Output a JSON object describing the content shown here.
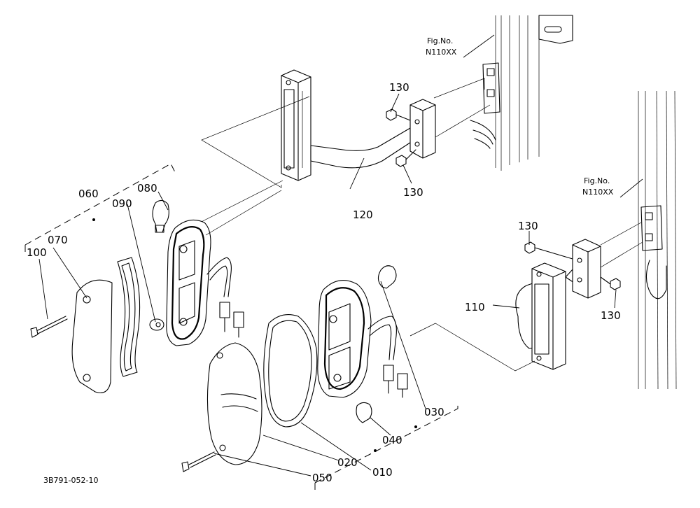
{
  "diagram_id": "3B791-052-10",
  "fig_refs": [
    {
      "line1": "Fig.No.",
      "line2": "N110XX"
    },
    {
      "line1": "Fig.No.",
      "line2": "N110XX"
    }
  ],
  "part_labels": {
    "p010": "010",
    "p020": "020",
    "p030": "030",
    "p040": "040",
    "p050": "050",
    "p060": "060",
    "p070": "070",
    "p080": "080",
    "p090": "090",
    "p100": "100",
    "p110": "110",
    "p120": "120",
    "p130a": "130",
    "p130b": "130",
    "p130c": "130",
    "p130d": "130"
  }
}
